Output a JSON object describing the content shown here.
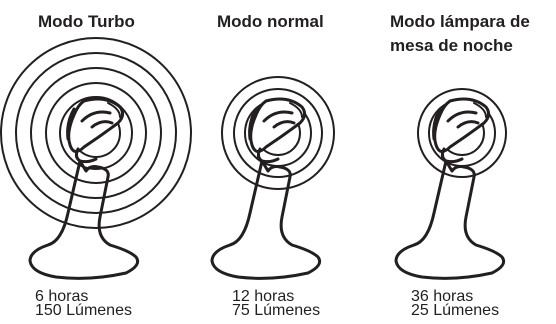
{
  "modes": [
    {
      "title_lines": [
        "Modo Turbo"
      ],
      "duration": "6 horas",
      "brightness": "150 Lúmenes",
      "ring_count": 6
    },
    {
      "title_lines": [
        "Modo normal"
      ],
      "duration": "12 horas",
      "brightness": "75 Lúmenes",
      "ring_count": 4
    },
    {
      "title_lines": [
        "Modo lámpara de",
        "mesa de noche"
      ],
      "duration": "36 horas",
      "brightness": "25 Lúmenes",
      "ring_count": 3
    }
  ],
  "icons": [
    "headlamp-icon",
    "light-rings-icon"
  ],
  "colors": {
    "ink": "#231f20",
    "background": "#ffffff"
  }
}
